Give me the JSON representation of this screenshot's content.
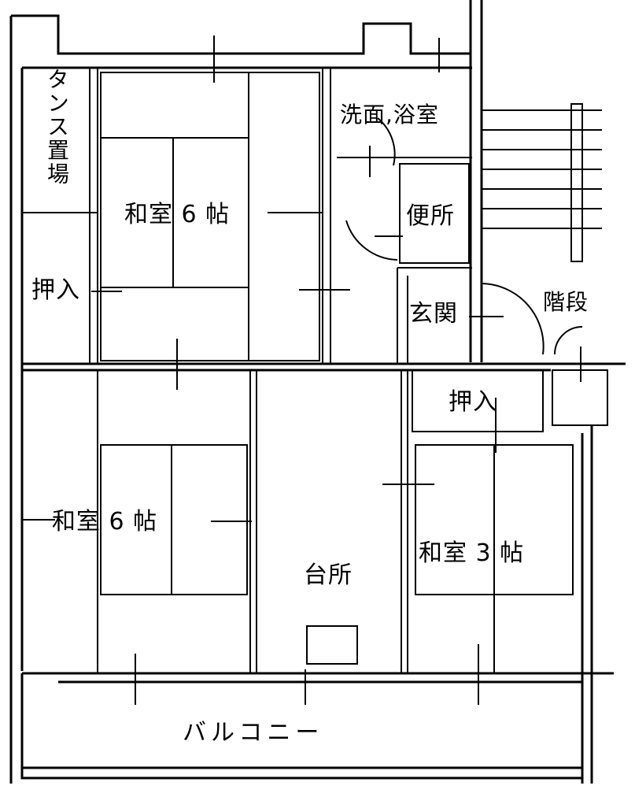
{
  "floor_plan": {
    "rooms": {
      "washitsu_6_north": {
        "label": "和室 6 帖"
      },
      "washitsu_6_south": {
        "label": "和室 6 帖"
      },
      "washitsu_3": {
        "label": "和室 3 帖"
      },
      "kitchen": {
        "label": "台所"
      },
      "bath": {
        "label": "洗面,浴室"
      },
      "toilet": {
        "label": "便所"
      },
      "entrance": {
        "label": "玄関"
      },
      "stairs": {
        "label": "階段"
      },
      "closet_north": {
        "label": "押入"
      },
      "closet_east": {
        "label": "押入"
      },
      "wardrobe_space": {
        "label": "タンス置場"
      },
      "balcony": {
        "label": "バルコニー"
      }
    }
  }
}
